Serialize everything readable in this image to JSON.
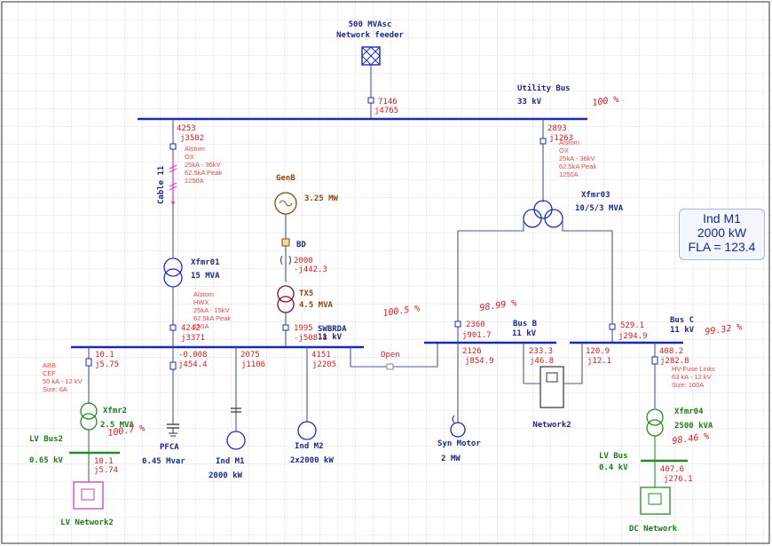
{
  "feeder": {
    "rating": "500 MVAsc",
    "name": "Network feeder",
    "p": "7146",
    "q": "j4765"
  },
  "utility_bus": {
    "name": "Utility Bus",
    "kv": "33 kV",
    "pct": "100 %"
  },
  "branch_left": {
    "p": "4253",
    "q": "j3502"
  },
  "branch_right": {
    "p": "2893",
    "q": "j1263"
  },
  "breaker_left": {
    "lines": [
      "Alstom",
      "OX",
      "25kA  -  36kV",
      "62.5kA  Peak",
      "1250A"
    ]
  },
  "breaker_right": {
    "lines": [
      "Alstom",
      "OX",
      "25kA  -  36kV",
      "62.5kA  Peak",
      "1250A"
    ]
  },
  "cable": {
    "name": "Cable 11"
  },
  "xfmr01": {
    "name": "Xfmr01",
    "rating": "15 MVA"
  },
  "breaker_hwx": {
    "lines": [
      "Alstom",
      "HWX",
      "25kA  -  15kV",
      "62.5kA  Peak",
      "150A"
    ]
  },
  "gen": {
    "name": "GenB",
    "rating": "3.25 MW",
    "bd": "BD",
    "p": "2000",
    "q": "-j442.3"
  },
  "tx5": {
    "name": "TX5",
    "rating": "4.5 MVA",
    "p": "1995",
    "q": "-j508.8"
  },
  "xfmr03": {
    "name": "Xfmr03",
    "rating": "10/5/3 MVA"
  },
  "swbrda": {
    "name": "SWBRDA",
    "kv": "11 kV",
    "pct": "100.5 %",
    "in_p": "4242",
    "in_q": "j3371"
  },
  "feeders_a": [
    {
      "p": "10.1",
      "q": "j5.75"
    },
    {
      "p": "-0.008",
      "q": "j454.4"
    },
    {
      "p": "2075",
      "q": "j1106"
    },
    {
      "p": "4151",
      "q": "j2205"
    }
  ],
  "open_label": "Open",
  "breaker_abb": {
    "lines": [
      "ABB",
      "CEF",
      "50  kA  -  12  kV",
      "Size:  6A"
    ]
  },
  "xfmr2": {
    "name": "Xfmr2",
    "rating": "2.5 MVA",
    "pct": "100.7 %"
  },
  "lv_bus2": {
    "name": "LV Bus2",
    "kv": "0.65 kV",
    "p": "10.1",
    "q": "j5.74"
  },
  "lv_network2": "LV Network2",
  "pfca": {
    "name": "PFCA",
    "rating": "0.45 Mvar"
  },
  "ind_m1": {
    "name": "Ind M1",
    "rating": "2000 kW"
  },
  "ind_m2": {
    "name": "Ind M2",
    "rating": "2x2000 kW"
  },
  "bus_b": {
    "name": "Bus B",
    "kv": "11 kV",
    "pct": "98.99 %",
    "in_p": "2360",
    "in_q": "j901.7",
    "out_p": "2126",
    "out_q": "j854.9",
    "net_p": "233.3",
    "net_q": "j46.8"
  },
  "syn_motor": {
    "name": "Syn Motor",
    "rating": "2 MW"
  },
  "network2": "Network2",
  "bus_c": {
    "name": "Bus C",
    "kv": "11 kV",
    "pct": "99.32 %",
    "in_p": "529.1",
    "in_q": "j294.9",
    "out1_p": "120.9",
    "out1_q": "j12.1",
    "out2_p": "408.2",
    "out2_q": "j282.8"
  },
  "fuse_note": {
    "lines": [
      "HV-Fuse Links",
      "63  kA  -  12  kV",
      "Size:  160A"
    ]
  },
  "xfmr04": {
    "name": "Xfmr04",
    "rating": "2500 kVA",
    "pct": "98.46 %"
  },
  "lv_bus": {
    "name": "LV Bus",
    "kv": "0.4 kV",
    "p": "407.6",
    "q": "j276.1"
  },
  "dc_network": "DC Network",
  "note": {
    "line1": "Ind M1",
    "line2": "2000 kW",
    "line3": "FLA = 123.4"
  },
  "colors": {
    "bus": "#1a2ab8",
    "label": "#1a2a8a",
    "flow": "#cc2020",
    "lv": "#1d7a1d",
    "grid": "#e2e2e2"
  }
}
